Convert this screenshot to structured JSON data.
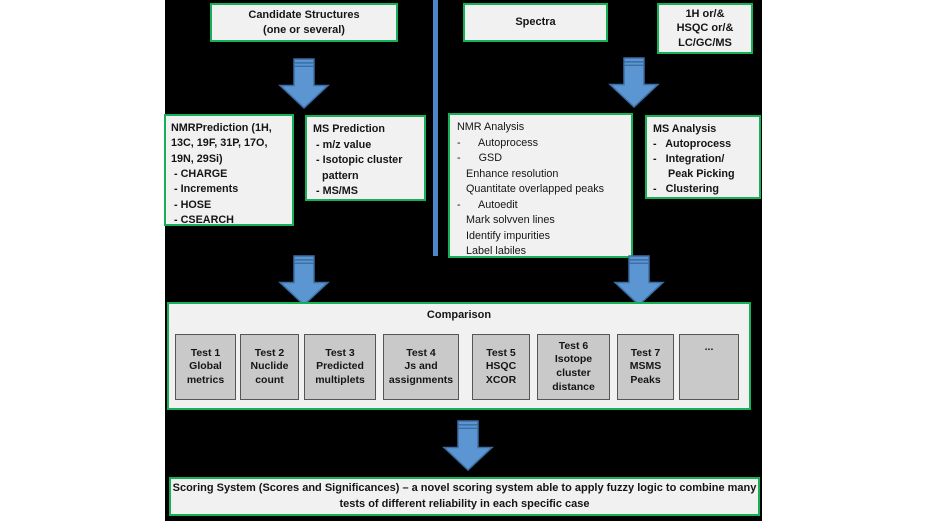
{
  "colors": {
    "background": "#000000",
    "page_margin": "#ffffff",
    "box_border_green": "#14b157",
    "box_fill": "#f1f1f1",
    "test_box_fill": "#c9c9c9",
    "test_box_border": "#565656",
    "arrow_fill": "#5b96d2",
    "arrow_edge": "#3c6da3",
    "divider_blue": "#4b87c9"
  },
  "top_row": {
    "candidate_structures": "Candidate Structures\n(one or several)",
    "spectra": "Spectra",
    "inputs": "1H or/&\nHSQC or/&\nLC/GC/MS"
  },
  "prediction": {
    "nmr": "NMRPrediction (1H,\n13C, 19F, 31P, 17O,\n19N, 29Si)\n - CHARGE\n - Increments\n - HOSE\n - CSEARCH",
    "ms": "MS Prediction\n - m/z value\n - Isotopic cluster\n   pattern\n - MS/MS"
  },
  "analysis": {
    "nmr": "NMR Analysis\n-      Autoprocess\n-      GSD\n   Enhance resolution\n   Quantitate overlapped peaks\n-      Autoedit\n   Mark solvven lines\n   Identify impurities\n   Label labiles",
    "ms": "MS Analysis\n-   Autoprocess\n-   Integration/\n     Peak Picking\n-   Clustering"
  },
  "comparison": {
    "title": "Comparison",
    "tests": [
      "Test 1\nGlobal\nmetrics",
      "Test 2\nNuclide\ncount",
      "Test 3\nPredicted\nmultiplets",
      "Test 4\nJs and\nassignments",
      "Test 5\nHSQC\nXCOR",
      "Test 6\nIsotope\ncluster\ndistance",
      "Test 7\nMSMS\nPeaks",
      "..."
    ]
  },
  "scoring": {
    "text": "Scoring System (Scores and Significances) – a novel scoring system able to apply fuzzy logic to combine many\ntests of different reliability in each specific case"
  }
}
